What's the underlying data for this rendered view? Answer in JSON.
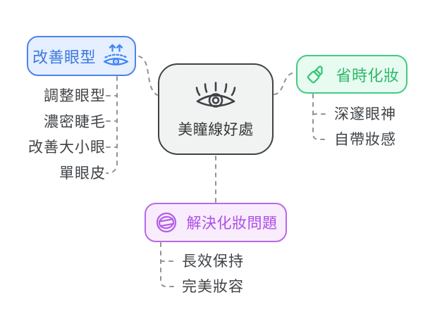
{
  "diagram": {
    "type": "mindmap",
    "center": {
      "label": "美瞳線好處",
      "icon": "eye-icon"
    },
    "branches": [
      {
        "id": "improve-eye-shape",
        "label": "改善眼型",
        "icon": "eyelid-lift-icon",
        "accent": "#4b82ef",
        "fill": "#e5effe",
        "text_color": "#3c78e0",
        "items": [
          "調整眼型",
          "濃密睫毛",
          "改善大小眼",
          "單眼皮"
        ]
      },
      {
        "id": "time-saving-makeup",
        "label": "省時化妝",
        "icon": "lipstick-icon",
        "accent": "#44ca81",
        "fill": "#e8fbf1",
        "text_color": "#2db86a",
        "items": [
          "深邃眼神",
          "自帶妝感"
        ]
      },
      {
        "id": "solve-makeup-problems",
        "label": "解決化妝問題",
        "icon": "compact-icon",
        "accent": "#b968e8",
        "fill": "#f8ecfd",
        "text_color": "#ad4ee5",
        "items": [
          "長效保持",
          "完美妝容"
        ]
      }
    ],
    "colors": {
      "background": "#ffffff",
      "connector": "#8f9499",
      "center_border": "#3f4347",
      "center_fill": "#f1f2f2",
      "item_text": "#3f4347"
    }
  }
}
